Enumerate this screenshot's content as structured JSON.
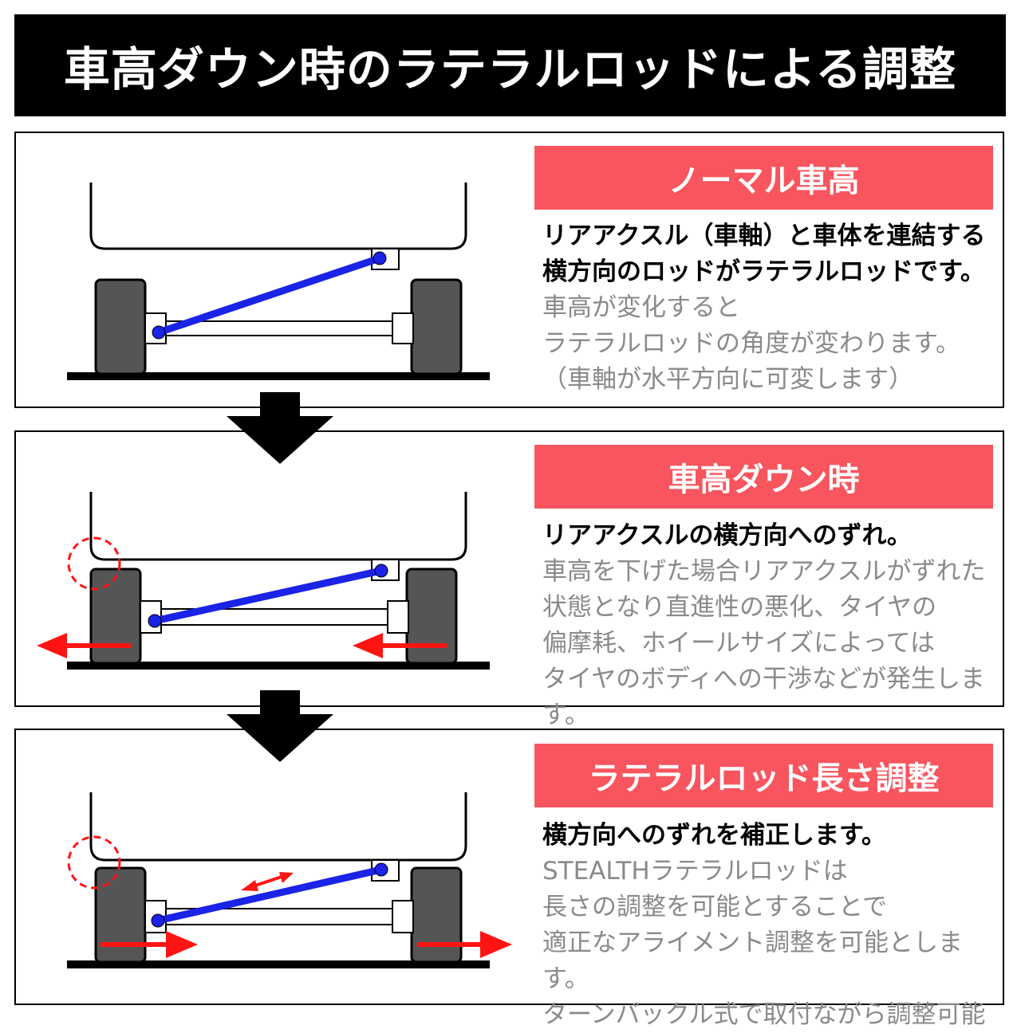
{
  "header": {
    "title": "車高ダウン時のラテラルロッドによる調整"
  },
  "colors": {
    "accent_red": "#f8555f",
    "rod_blue": "#1a23e6",
    "arrow_red": "#ff1414",
    "tire_gray": "#555555",
    "note_gray": "#8a8a8a"
  },
  "panels": [
    {
      "title": "ノーマル車高",
      "lead": [
        "リアアクスル（車軸）と車体を連結する",
        "横方向のロッドがラテラルロッドです。"
      ],
      "body": [
        "車高が変化すると",
        "ラテラルロッドの角度が変わります。",
        "（車軸が水平方向に可変します）"
      ]
    },
    {
      "title": "車高ダウン時",
      "lead": [
        "リアアクスルの横方向へのずれ。"
      ],
      "body": [
        "車高を下げた場合リアアクスルがずれた",
        "状態となり直進性の悪化、タイヤの",
        "偏摩耗、ホイールサイズによっては",
        "タイヤのボディへの干渉などが発生します。"
      ]
    },
    {
      "title": "ラテラルロッド長さ調整",
      "lead": [
        "横方向へのずれを補正します。"
      ],
      "body": [
        "STEALTHラテラルロッドは",
        "長さの調整を可能とすることで",
        "適正なアライメント調整を可能とします。",
        "ターンバックル式で取付ながら調整可能"
      ]
    }
  ]
}
